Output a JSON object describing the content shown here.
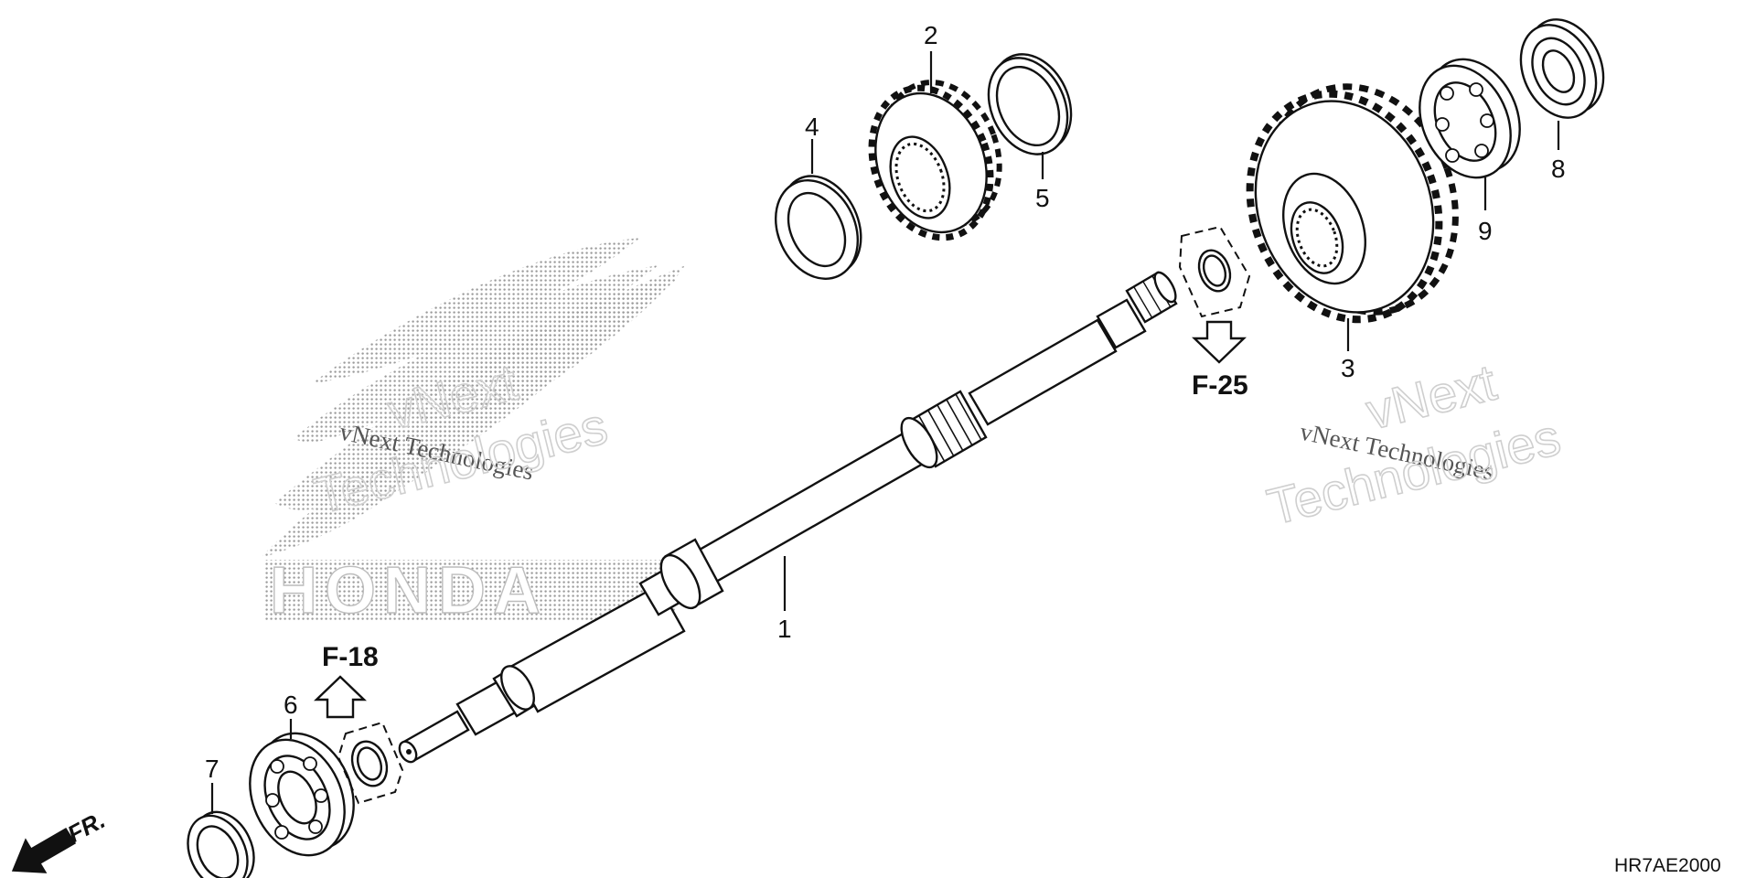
{
  "parts": [
    {
      "number": "1"
    },
    {
      "number": "2"
    },
    {
      "number": "3"
    },
    {
      "number": "4"
    },
    {
      "number": "5"
    },
    {
      "number": "6"
    },
    {
      "number": "7"
    },
    {
      "number": "8"
    },
    {
      "number": "9"
    }
  ],
  "references": {
    "f18": "F-18",
    "f25": "F-25",
    "front": "FR."
  },
  "diagram_code": "HR7AE2000",
  "watermark": {
    "brand": "HONDA",
    "company_line": "vNext Technologies",
    "outline_line_1": "vNext",
    "outline_line_2": "Technologies"
  },
  "colors": {
    "line": "#111111",
    "watermark_dots": "#9a9a9a",
    "watermark_outline": "#cfcfcf"
  }
}
